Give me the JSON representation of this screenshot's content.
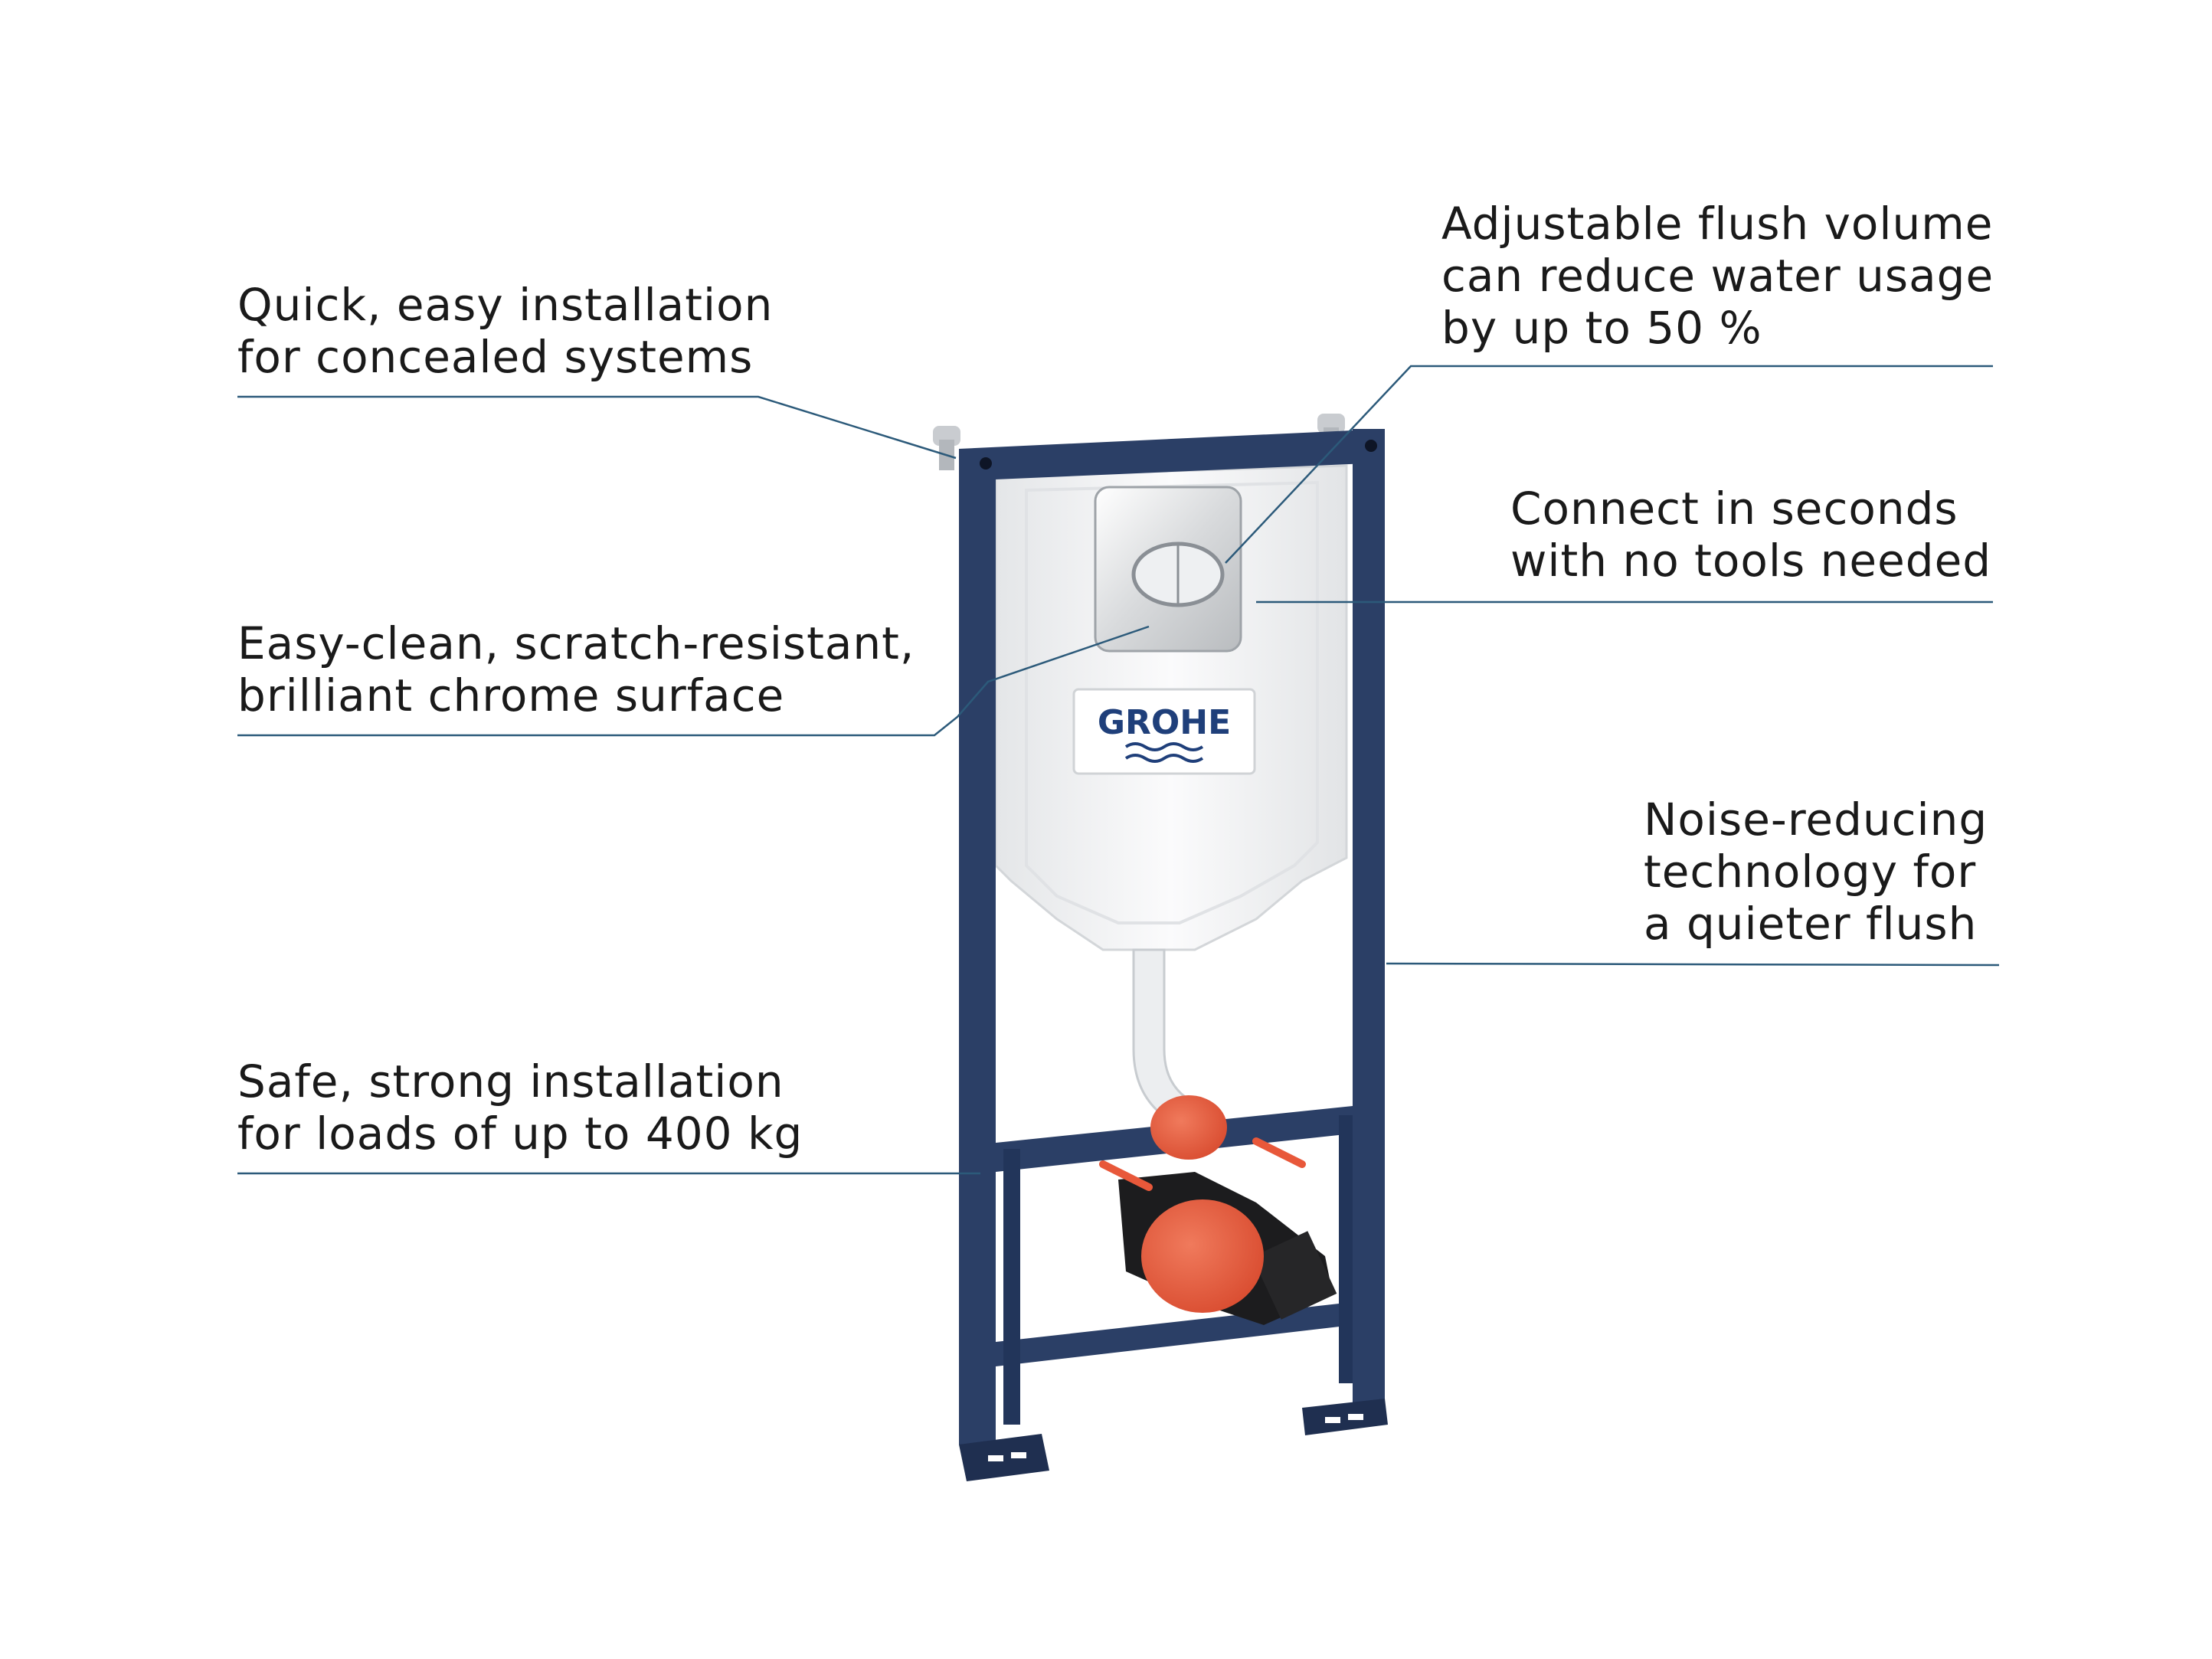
{
  "brand": {
    "logo_text": "GROHE"
  },
  "callouts": {
    "quick_install": [
      "Quick, easy installation",
      "for concealed systems"
    ],
    "easy_clean": [
      "Easy-clean, scratch-resistant,",
      "brilliant chrome surface"
    ],
    "safe_strong": [
      "Safe, strong installation",
      "for loads of up to 400 kg"
    ],
    "adjustable_flush": [
      "Adjustable flush volume",
      "can reduce water usage",
      "by up to 50 %"
    ],
    "connect_seconds": [
      "Connect in seconds",
      "with no tools needed"
    ],
    "noise_reducing": [
      "Noise-reducing",
      "technology for",
      "a quieter flush"
    ]
  },
  "colors": {
    "frame": "#2b3f66",
    "frame_dark": "#1f2f50",
    "cistern": "#f2f3f4",
    "orange_cap": "#e8583a",
    "leader_line": "#2c5a7a",
    "brand_blue": "#1f3f7a"
  }
}
